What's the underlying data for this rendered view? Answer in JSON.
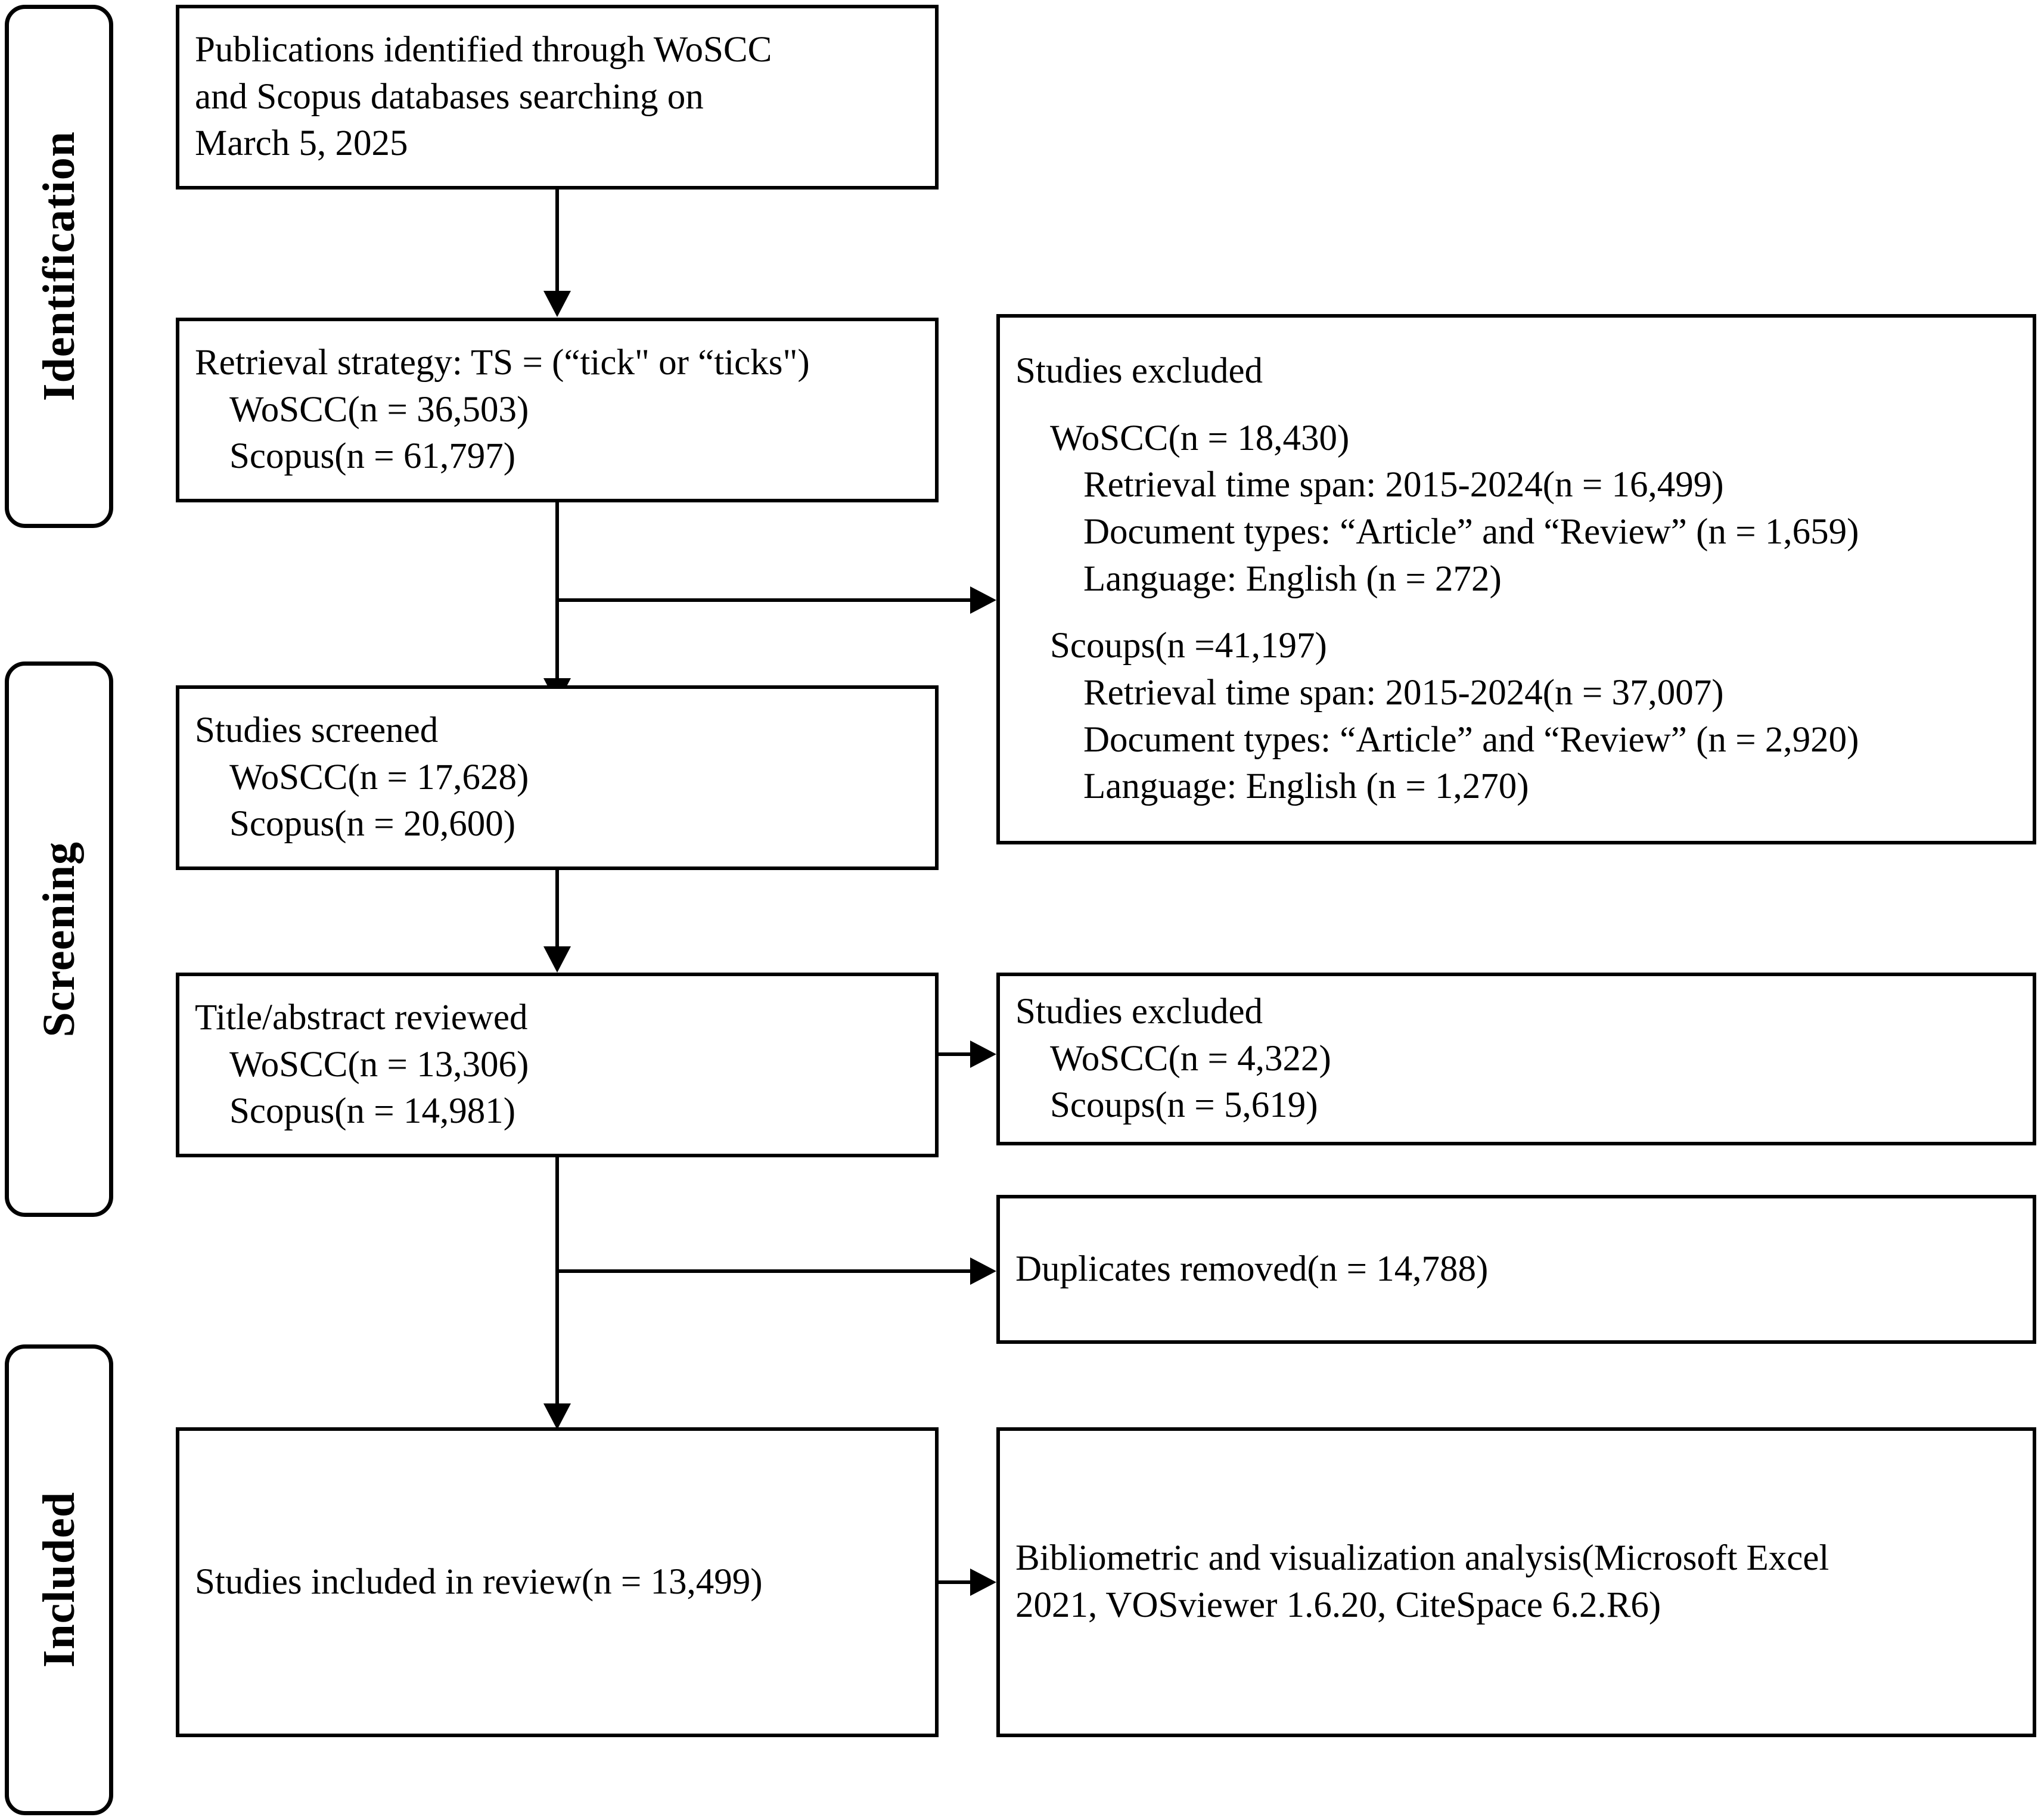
{
  "diagram": {
    "type": "prisma-flow-diagram",
    "stages": [
      {
        "id": "identification",
        "label": "Identification"
      },
      {
        "id": "screening",
        "label": "Screening"
      },
      {
        "id": "included",
        "label": "Included"
      }
    ],
    "boxes": {
      "identified": {
        "name": "publications-identified-box",
        "lines": [
          {
            "text": "Publications identified through WoSCC",
            "indent": 0
          },
          {
            "text": "and Scopus databases searching on",
            "indent": 0
          },
          {
            "text": "March 5, 2025",
            "indent": 0
          }
        ]
      },
      "retrieval_strategy": {
        "name": "retrieval-strategy-box",
        "lines": [
          {
            "text": "Retrieval strategy: TS = (“tick\" or “ticks\")",
            "indent": 0
          },
          {
            "text": "WoSCC(n = 36,503)",
            "indent": 1
          },
          {
            "text": "Scopus(n = 61,797)",
            "indent": 1
          }
        ]
      },
      "excluded_identification": {
        "name": "studies-excluded-identification-box",
        "lines": [
          {
            "text": "Studies excluded",
            "indent": 0
          },
          {
            "text": "",
            "indent": 0
          },
          {
            "text": "WoSCC(n = 18,430)",
            "indent": 1
          },
          {
            "text": "Retrieval time span: 2015-2024(n = 16,499)",
            "indent": 2
          },
          {
            "text": "Document types: “Article” and “Review” (n = 1,659)",
            "indent": 2
          },
          {
            "text": "Language: English (n = 272)",
            "indent": 2
          },
          {
            "text": "",
            "indent": 0
          },
          {
            "text": "Scoups(n =41,197)",
            "indent": 1
          },
          {
            "text": "Retrieval time span: 2015-2024(n = 37,007)",
            "indent": 2
          },
          {
            "text": "Document types: “Article” and “Review” (n = 2,920)",
            "indent": 2
          },
          {
            "text": "Language: English (n = 1,270)",
            "indent": 2
          }
        ]
      },
      "screened": {
        "name": "studies-screened-box",
        "lines": [
          {
            "text": "Studies screened",
            "indent": 0
          },
          {
            "text": "WoSCC(n = 17,628)",
            "indent": 1
          },
          {
            "text": "Scopus(n = 20,600)",
            "indent": 1
          }
        ]
      },
      "title_abstract": {
        "name": "title-abstract-reviewed-box",
        "lines": [
          {
            "text": "Title/abstract reviewed",
            "indent": 0
          },
          {
            "text": "WoSCC(n = 13,306)",
            "indent": 1
          },
          {
            "text": "Scopus(n = 14,981)",
            "indent": 1
          }
        ]
      },
      "excluded_screening": {
        "name": "studies-excluded-screening-box",
        "lines": [
          {
            "text": "Studies excluded",
            "indent": 0
          },
          {
            "text": "WoSCC(n = 4,322)",
            "indent": 1
          },
          {
            "text": "Scoups(n = 5,619)",
            "indent": 1
          }
        ]
      },
      "duplicates": {
        "name": "duplicates-removed-box",
        "lines": [
          {
            "text": "Duplicates removed(n = 14,788)",
            "indent": 0
          }
        ]
      },
      "included": {
        "name": "studies-included-box",
        "lines": [
          {
            "text": "Studies included in review(n = 13,499)",
            "indent": 0
          }
        ]
      },
      "analysis": {
        "name": "bibliometric-analysis-box",
        "lines": [
          {
            "text": "Bibliometric and visualization analysis(Microsoft Excel",
            "indent": 0
          },
          {
            "text": "2021, VOSviewer 1.6.20, CiteSpace 6.2.R6)",
            "indent": 0
          }
        ]
      }
    },
    "colors": {
      "stroke": "#000000",
      "background": "#ffffff"
    }
  }
}
